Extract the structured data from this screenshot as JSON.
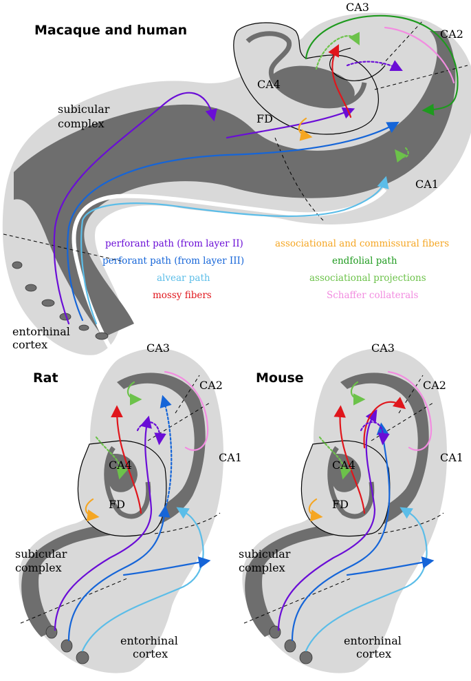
{
  "titles": {
    "top": "Macaque and human",
    "rat": "Rat",
    "mouse": "Mouse"
  },
  "regions": {
    "ca3": "CA3",
    "ca2": "CA2",
    "ca1": "CA1",
    "ca4": "CA4",
    "fd": "FD",
    "subicular_1": "subicular",
    "subicular_2": "complex",
    "entorhinal_1": "entorhinal",
    "entorhinal_2": "cortex"
  },
  "legend": {
    "left": [
      {
        "label": "perforant path (from layer II)",
        "color": "#6a0dd6"
      },
      {
        "label": "perforant path (from layer III)",
        "color": "#1565d8"
      },
      {
        "label": "alvear path",
        "color": "#5bbde8"
      },
      {
        "label": "mossy fibers",
        "color": "#e0161c"
      }
    ],
    "right": [
      {
        "label": "associational and commissural fibers",
        "color": "#f5a623"
      },
      {
        "label": "endfolial path",
        "color": "#1e9a1e"
      },
      {
        "label": "associational projections",
        "color": "#6cc24a"
      },
      {
        "label": "Schaffer collaterals",
        "color": "#f28ce0"
      }
    ]
  },
  "colors": {
    "tissue_light": "#d9d9d9",
    "tissue_dark": "#6e6e6e",
    "perforant_II": "#6a0dd6",
    "perforant_III": "#1565d8",
    "alvear": "#5bbde8",
    "mossy": "#e0161c",
    "assoc_comm": "#f5a623",
    "endfolial": "#1e9a1e",
    "assoc_proj": "#6cc24a",
    "schaffer": "#f28ce0"
  }
}
